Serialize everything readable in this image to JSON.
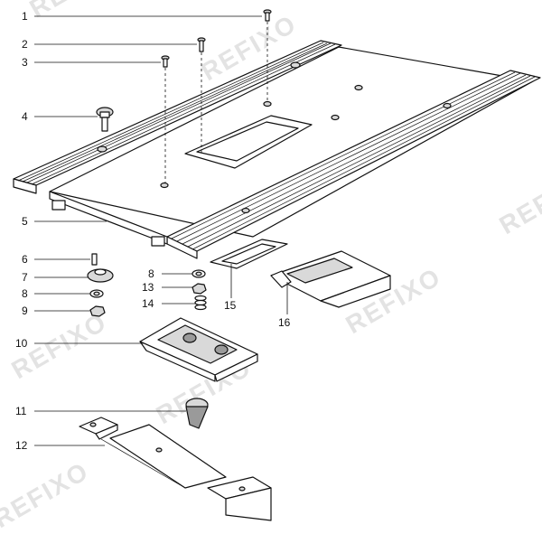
{
  "watermark": "REFIXO",
  "callouts": {
    "c1": "1",
    "c2": "2",
    "c3": "3",
    "c4": "4",
    "c5": "5",
    "c6": "6",
    "c7": "7",
    "c8a": "8",
    "c9": "9",
    "c10": "10",
    "c11": "11",
    "c12": "12",
    "c8b": "8",
    "c13": "13",
    "c14": "14",
    "c15": "15",
    "c16": "16"
  }
}
